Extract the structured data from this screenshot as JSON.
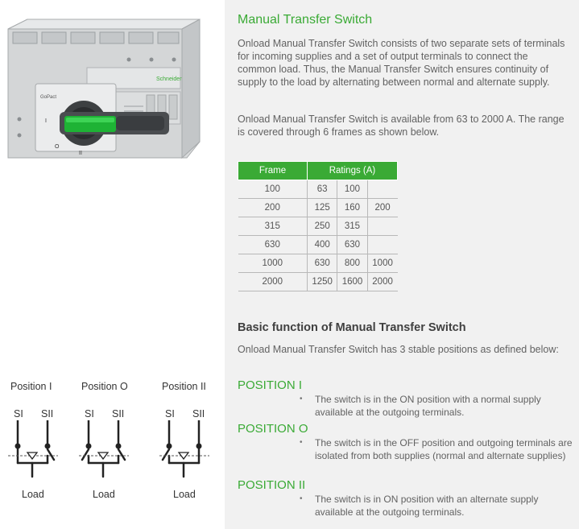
{
  "title": "Manual Transfer Switch",
  "intro": "Onload Manual Transfer Switch consists of two separate sets of terminals for incoming supplies and a set of output terminals to connect the common load. Thus, the Manual Transfer Switch ensures continuity of supply to the load by alternating between normal and alternate supply.",
  "range_text": "Onload Manual Transfer Switch is available from 63 to 2000 A. The range is covered through 6 frames as shown below.",
  "table": {
    "header_frame": "Frame",
    "header_ratings": "Ratings (A)",
    "rows": [
      {
        "frame": "100",
        "r1": "63",
        "r2": "100",
        "r3": ""
      },
      {
        "frame": "200",
        "r1": "125",
        "r2": "160",
        "r3": "200"
      },
      {
        "frame": "315",
        "r1": "250",
        "r2": "315",
        "r3": ""
      },
      {
        "frame": "630",
        "r1": "400",
        "r2": "630",
        "r3": ""
      },
      {
        "frame": "1000",
        "r1": "630",
        "r2": "800",
        "r3": "1000"
      },
      {
        "frame": "2000",
        "r1": "1250",
        "r2": "1600",
        "r3": "2000"
      }
    ]
  },
  "basic_heading": "Basic function of Manual Transfer Switch",
  "basic_text": "Onload Manual Transfer Switch has 3 stable positions as defined below:",
  "positions": [
    {
      "heading": "POSITION I",
      "bullet": "The switch is in the ON position with a normal supply available at the outgoing terminals."
    },
    {
      "heading": "POSITION O",
      "bullet": "The switch is in the OFF position and outgoing terminals are isolated from both supplies (normal and alternate supplies)"
    },
    {
      "heading": "POSITION II",
      "bullet": "The switch is in ON position with an alternate supply available at the outgoing terminals."
    }
  ],
  "diagrams": {
    "labels": [
      "Position I",
      "Position O",
      "Position II"
    ],
    "si": "SI",
    "sii": "SII",
    "load": "Load"
  },
  "product": {
    "brand": "Schneider",
    "series": "GoPact"
  }
}
